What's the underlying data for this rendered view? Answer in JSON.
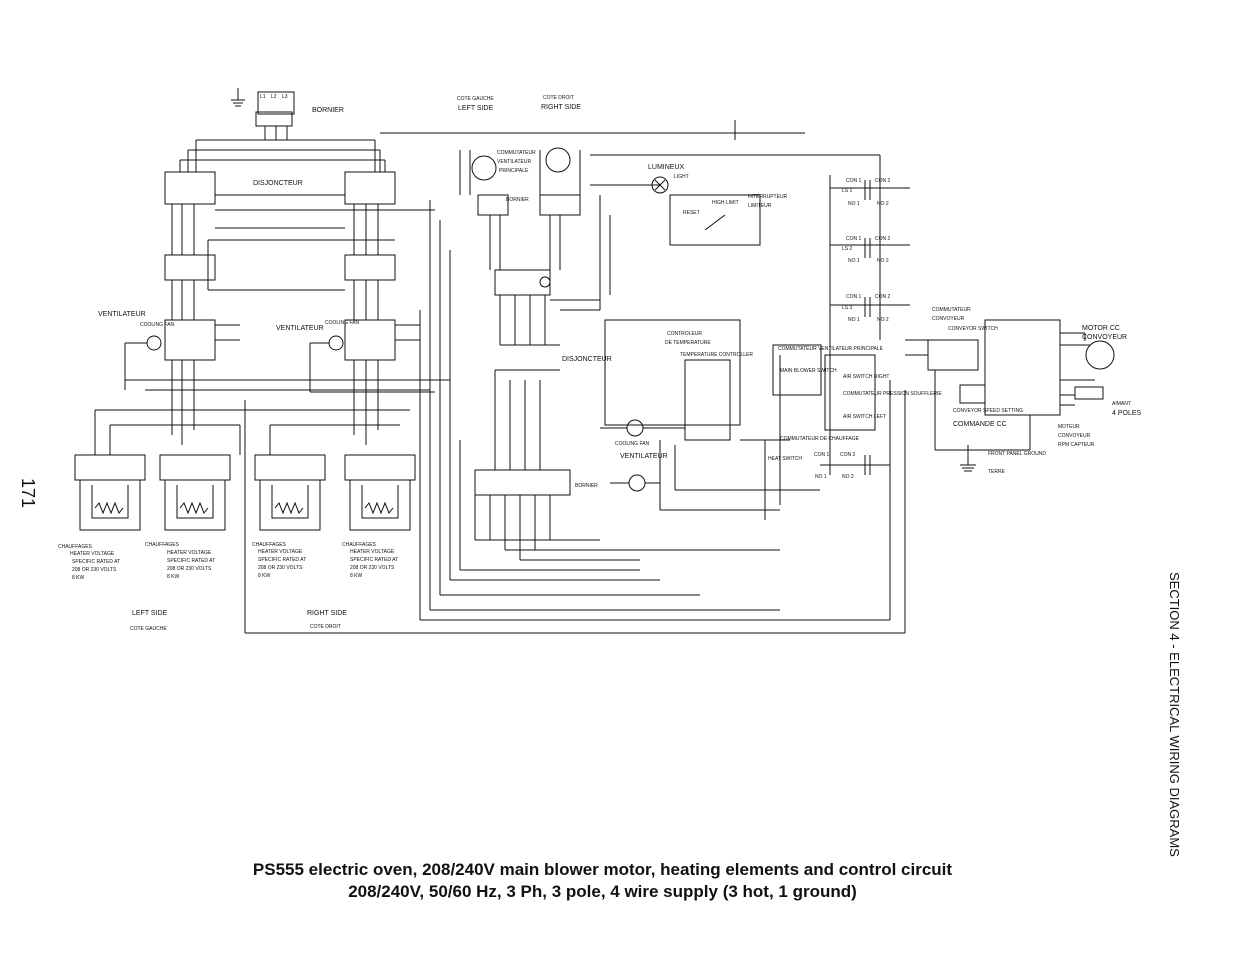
{
  "page": {
    "page_number": "171",
    "section_label": "SECTION 4 - ELECTRICAL WIRING DIAGRAMS",
    "caption_line1": "PS555 electric oven, 208/240V main blower motor, heating elements and control circuit",
    "caption_line2": "208/240V, 50/60 Hz, 3 Ph, 3 pole, 4 wire supply (3 hot, 1 ground)"
  },
  "labels": {
    "bornier_top": "BORNIER",
    "disjoncteur_left": "DISJONCTEUR",
    "ventilateur_left": "VENTILATEUR",
    "ventilateur_right": "VENTILATEUR",
    "cooling_fan": "COOLING FAN",
    "cote_gauche_top": "COTE GAUCHE",
    "left_side_top": "LEFT SIDE",
    "cote_droit_top": "COTE DROIT",
    "right_side_top": "RIGHT SIDE",
    "commutateur": "COMMUTATEUR",
    "ventilateur_principale": "VENTILATEUR",
    "principale": "PRINCIPALE",
    "bornier_mid": "BORNIER",
    "lumineux": "LUMINEUX",
    "light": "LIGHT",
    "interrupteur": "INTERRUPTEUR",
    "limiteur": "LIMITEUR",
    "reset": "RESET",
    "disjoncteur_mid": "DISJONCTEUR",
    "controleur": "CONTROLEUR",
    "de_temperature": "DE TEMPERATURE",
    "temperature_controller": "TEMPERATURE CONTROLLER",
    "ventilateur_mid": "VENTILATEUR",
    "bornier_low": "BORNIER",
    "commutateur_ventilateur_principale": "COMMUTATEUR VENTILATEUR PRINCIPALE",
    "commutateur_de_chauffage": "COMMUTATEUR DE CHAUFFAGE",
    "commutateur_convoyeur": "COMMUTATEUR",
    "convoyeur": "CONVOYEUR",
    "conveyor_speed_setting": "CONVEYOR SPEED SETTING",
    "commande_cc": "COMMANDE CC",
    "motor_cc": "MOTOR CC",
    "motor_convoyeur": "CONVOYEUR",
    "aimant": "AIMANT",
    "quatre_poles": "4 POLES",
    "moteur_convoyeur": "MOTEUR",
    "convoyeur_b": "CONVOYEUR",
    "rpm_capteur": "RPM CAPTEUR",
    "front_panel_ground": "FRONT PANEL GROUND",
    "terre": "TERRE",
    "heater_1": [
      "CHAUFFAGES",
      "HEATER VOLTAGE",
      "SPECIFIC RATED AT",
      "208 OR 230 VOLTS",
      "8 KW"
    ],
    "heater_2": [
      "CHAUFFAGES",
      "HEATER VOLTAGE",
      "SPECIFIC RATED AT",
      "208 OR 230 VOLTS",
      "8 KW"
    ],
    "heater_3": [
      "CHAUFFAGES",
      "HEATER VOLTAGE",
      "SPECIFIC RATED AT",
      "208 OR 230 VOLTS",
      "8 KW"
    ],
    "heater_4": [
      "CHAUFFAGES",
      "HEATER VOLTAGE",
      "SPECIFIC RATED AT",
      "208 OR 230 VOLTS",
      "8 KW"
    ],
    "left_side_bottom": "LEFT SIDE",
    "cote_gauche_bottom": "COTE GAUCHE",
    "right_side_bottom": "RIGHT SIDE",
    "cote_droit_bottom": "COTE DROIT",
    "high_limit": "HIGH LIMIT",
    "main_blower_switch": "MAIN BLOWER SWITCH",
    "air_switch_right": "AIR SWITCH RIGHT",
    "air_switch_left": "AIR SWITCH LEFT",
    "commutateur_pression": "COMMUTATEUR PRESSION SOUFFLERIE",
    "conveyor_switch": "CONVEYOR SWITCH",
    "heat_switch": "HEAT SWITCH",
    "con1": "CON 1",
    "con2": "CON 2",
    "no1": "NO 1",
    "no2": "NO 2",
    "ls1": "LS 1",
    "ls2": "LS 2",
    "ls3": "LS 3",
    "l1": "L1",
    "l2": "L2",
    "l3": "L3"
  }
}
